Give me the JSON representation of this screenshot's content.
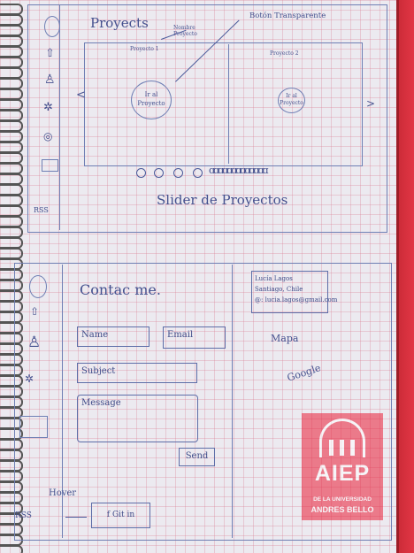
{
  "top_frame": {
    "title": "Proyects",
    "annotation_nombre": "Nombre Proyecto",
    "annotation_boton": "Botón Transparente",
    "slider": {
      "label_left": "Proyecto 1",
      "label_right": "Proyecto 2",
      "circle_left": "Ir al Proyecto",
      "circle_right": "Ir al Proyecto",
      "prev_arrow": "<",
      "next_arrow": ">"
    },
    "slider_caption": "Slider de Proyectos",
    "rss": "RSS"
  },
  "bottom_frame": {
    "heading": "Contac me.",
    "name_field": "Name",
    "email_field": "Email",
    "subject_field": "Subject",
    "message_field": "Message",
    "send_button": "Send",
    "contact_info": {
      "line1": "Lucía Lagos",
      "line2": "Santiago, Chile",
      "line3": "@: lucia.lagos@gmail.com"
    },
    "map_label": "Mapa",
    "google_label": "Google",
    "hover_label": "Hover",
    "rss": "RSS",
    "social_buttons": "f  Git  in"
  },
  "logo": {
    "brand": "AIEP",
    "line1": "DE LA UNIVERSIDAD",
    "line2": "ANDRES BELLO"
  },
  "colors": {
    "ink": "#4a5a9a",
    "logo_red": "#eb1f38",
    "tab_red": "#d9303e",
    "grid": "#d7788c"
  }
}
